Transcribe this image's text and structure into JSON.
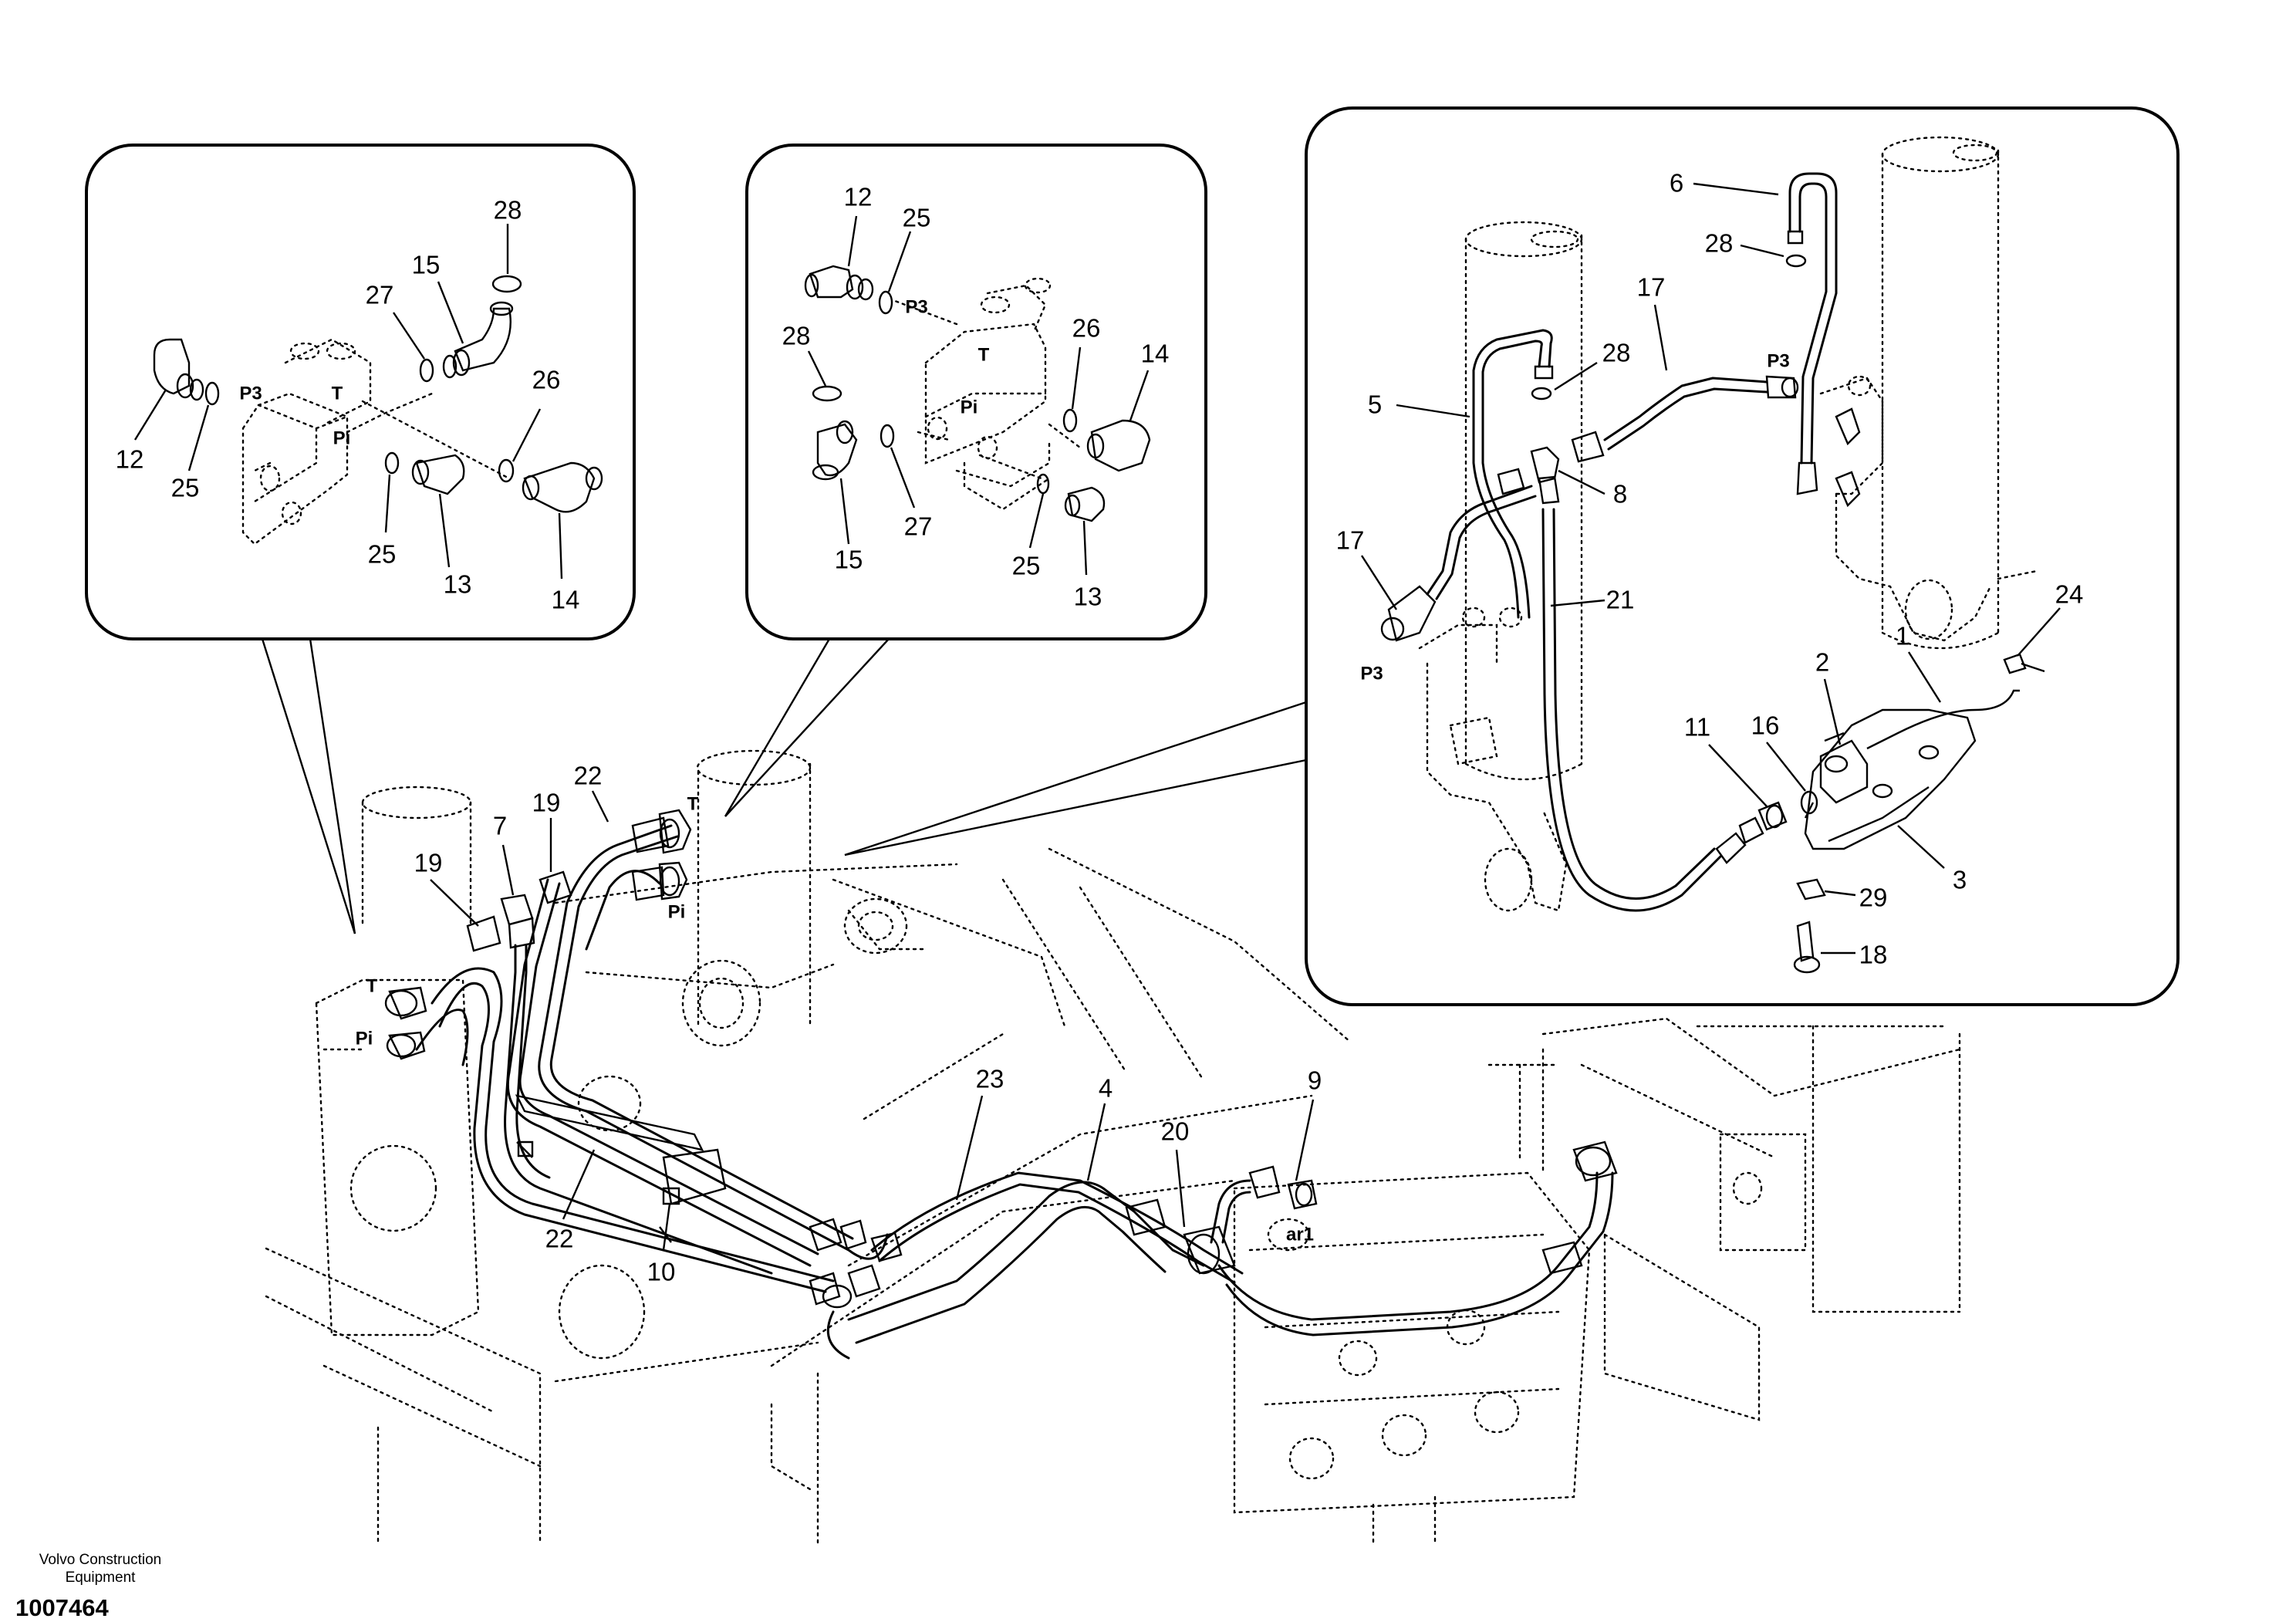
{
  "footer": {
    "brand": "Volvo Construction Equipment",
    "number": "1007464"
  },
  "port_labels": {
    "p3": "P3",
    "t": "T",
    "pi": "Pi",
    "ar1": "ar1"
  },
  "callouts": {
    "l1_28": "28",
    "l1_27": "27",
    "l1_15": "15",
    "l1_12": "12",
    "l1_25a": "25",
    "l1_26": "26",
    "l1_25b": "25",
    "l1_13": "13",
    "l1_14": "14",
    "l2_12": "12",
    "l2_25a": "25",
    "l2_28": "28",
    "l2_26": "26",
    "l2_14": "14",
    "l2_15": "15",
    "l2_27": "27",
    "l2_25b": "25",
    "l2_13": "13",
    "r_6": "6",
    "r_28a": "28",
    "r_17a": "17",
    "r_28b": "28",
    "r_5": "5",
    "r_8": "8",
    "r_17b": "17",
    "r_21": "21",
    "r_24": "24",
    "r_1": "1",
    "r_2": "2",
    "r_16": "16",
    "r_11": "11",
    "r_3": "3",
    "r_29": "29",
    "r_18": "18",
    "m_22a": "22",
    "m_19a": "19",
    "m_7": "7",
    "m_19b": "19",
    "m_23": "23",
    "m_4": "4",
    "m_9": "9",
    "m_20": "20",
    "m_22b": "22",
    "m_10": "10"
  }
}
